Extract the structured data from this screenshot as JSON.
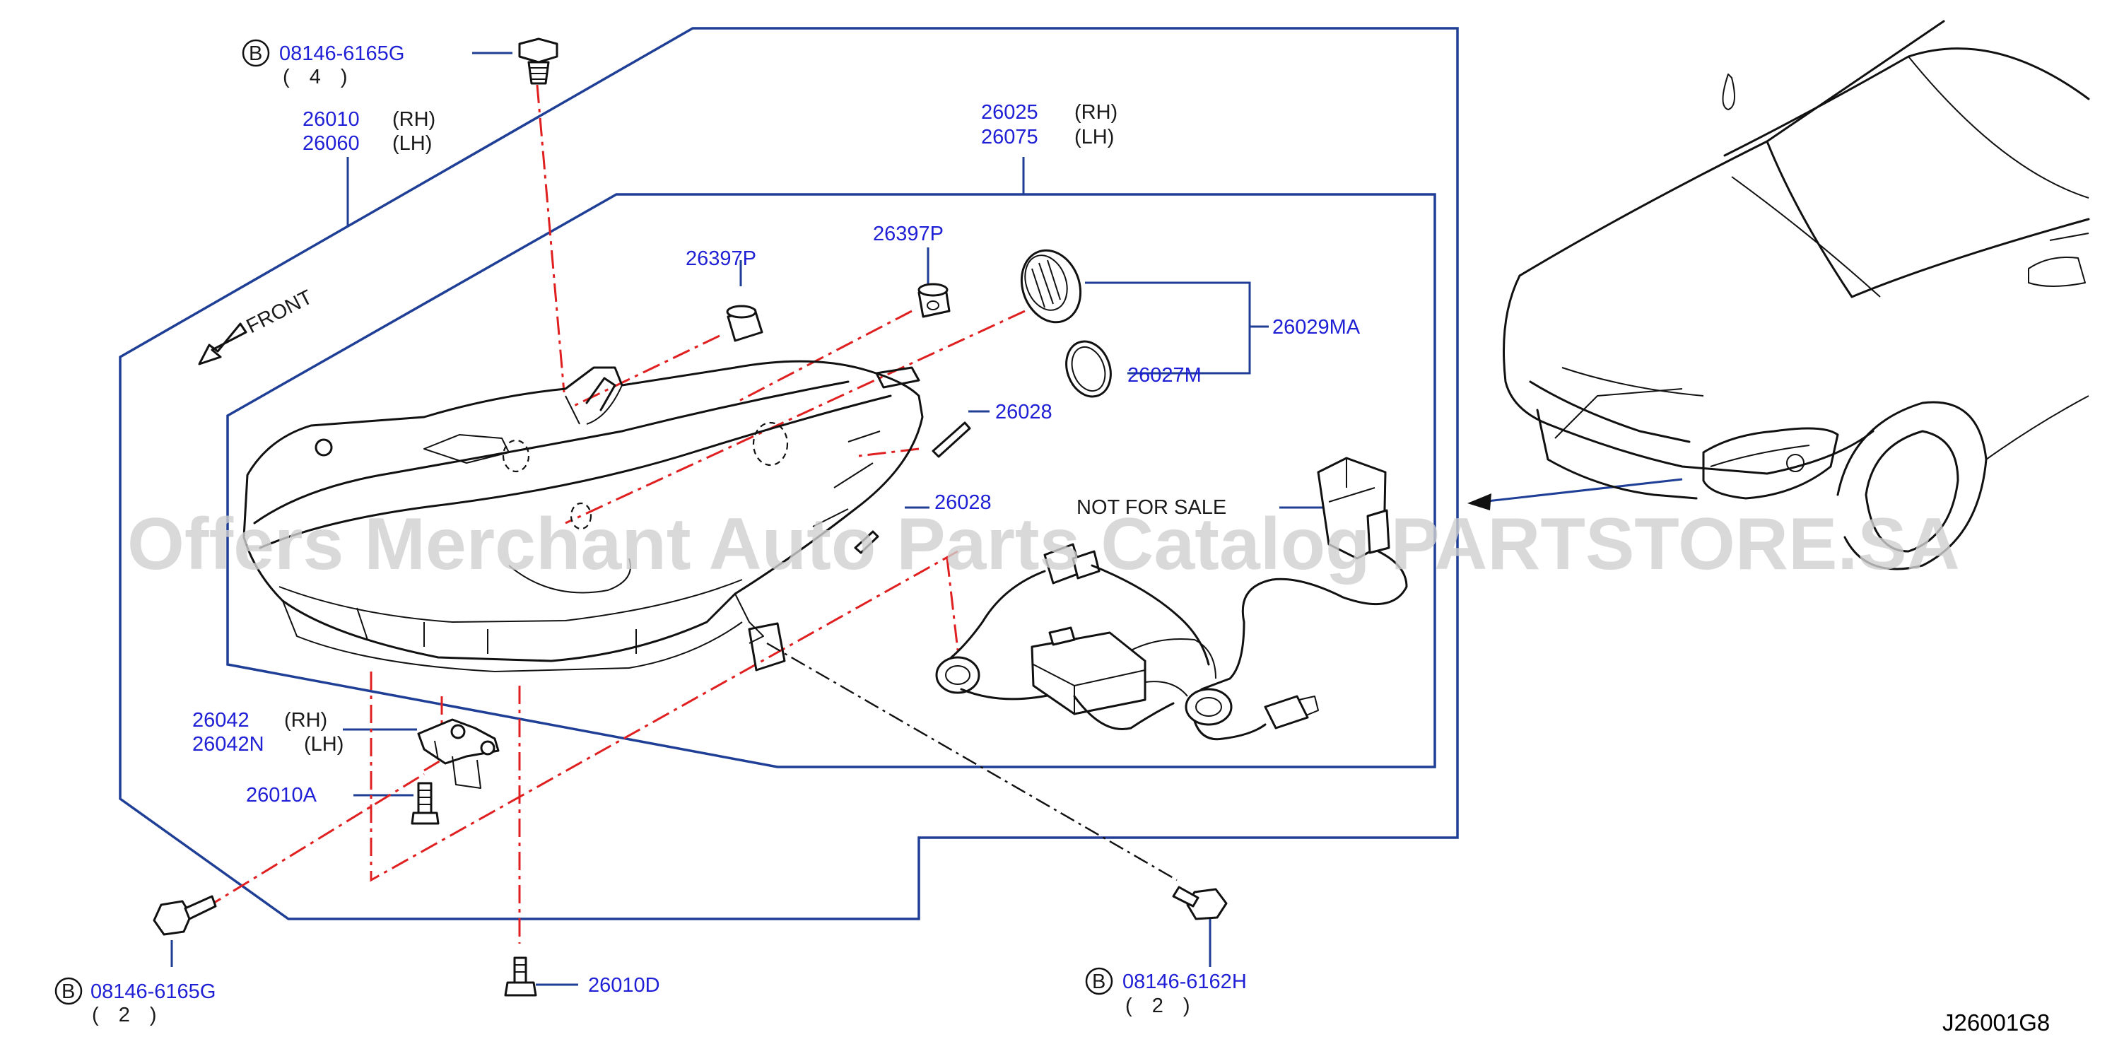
{
  "labels": {
    "bolt_top": {
      "prefix": "B",
      "part": "08146-6165G",
      "qty": "( 4 )"
    },
    "bolt_bottom_left": {
      "prefix": "B",
      "part": "08146-6165G",
      "qty": "( 2 )"
    },
    "bolt_bottom_right": {
      "prefix": "B",
      "part": "08146-6162H",
      "qty": "( 2 )"
    },
    "headlamp": {
      "rh_part": "26010",
      "rh_side": "(RH)",
      "lh_part": "26060",
      "lh_side": "(LH)"
    },
    "housing": {
      "rh_part": "26025",
      "rh_side": "(RH)",
      "lh_part": "26075",
      "lh_side": "(LH)"
    },
    "bracket": {
      "rh_part": "26042",
      "rh_side": "(RH)",
      "lh_part": "26042N",
      "lh_side": "(LH)"
    },
    "cap_left": "26397P",
    "cap_right": "26397P",
    "cap_assy": "26029MA",
    "seal": "26027M",
    "bulb_upper": "26028",
    "bulb_lower": "26028",
    "screw_small": "26010A",
    "screw_bottom": "26010D",
    "not_for_sale": "NOT  FOR  SALE",
    "front": "FRONT",
    "diagram_code": "J26001G8"
  },
  "watermark": "Offers Merchant Auto Parts Catalog PARTSTORE.SA",
  "colors": {
    "part_number": "#1f1fd6",
    "frame": "#1f3f96",
    "centerline": "#e02020"
  }
}
